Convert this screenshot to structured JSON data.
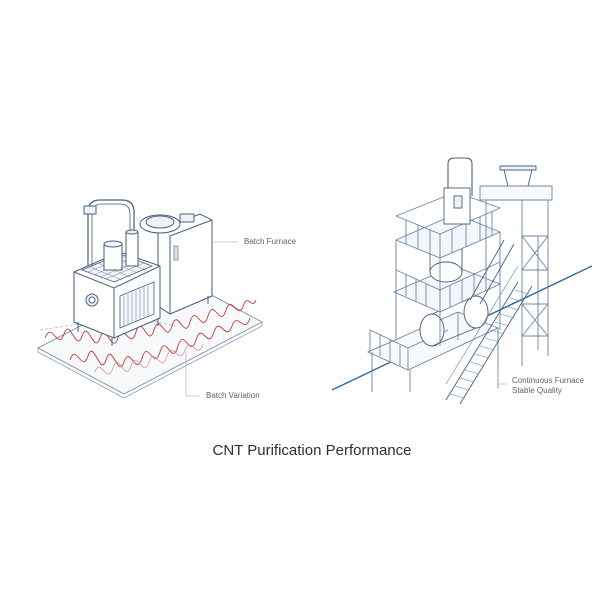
{
  "diagram": {
    "title": "CNT Purification Performance",
    "left": {
      "label_top": "Batch Furnace",
      "label_bottom": "Batch Variation"
    },
    "right": {
      "label_line1": "Continuous Furnace",
      "label_line2": "Stable Quality"
    }
  },
  "colors": {
    "line": "#6d86a6",
    "line_dark": "#4a5f7c",
    "batch_wave": "#c23a3a",
    "stable_line": "#2f6aa3",
    "text": "#2b2f36"
  }
}
